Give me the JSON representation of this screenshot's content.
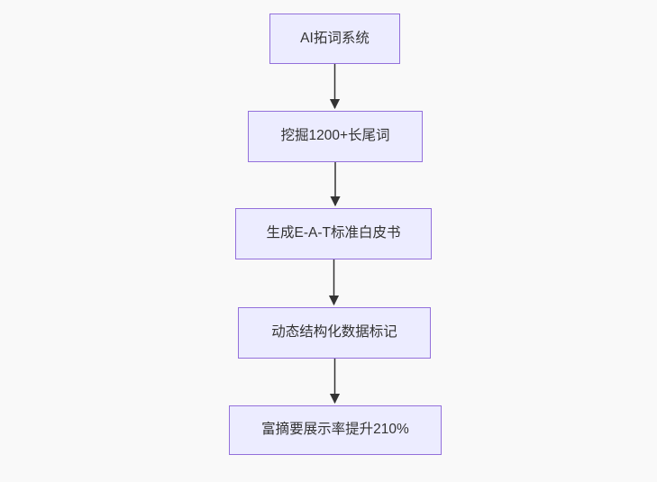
{
  "flowchart": {
    "nodes": [
      {
        "id": "A",
        "label": "AI拓词系统"
      },
      {
        "id": "B",
        "label": "挖掘1200+长尾词"
      },
      {
        "id": "C",
        "label": "生成E-A-T标准白皮书"
      },
      {
        "id": "D",
        "label": "动态结构化数据标记"
      },
      {
        "id": "E",
        "label": "富摘要展示率提升210%"
      }
    ],
    "edges": [
      {
        "from": "A",
        "to": "B"
      },
      {
        "from": "B",
        "to": "C"
      },
      {
        "from": "C",
        "to": "D"
      },
      {
        "from": "D",
        "to": "E"
      }
    ],
    "direction": "top-down",
    "colors": {
      "node_fill": "#ECECFF",
      "node_border": "#9370DB",
      "edge": "#333333",
      "text": "#333333",
      "background": "#f9f9f9"
    }
  }
}
